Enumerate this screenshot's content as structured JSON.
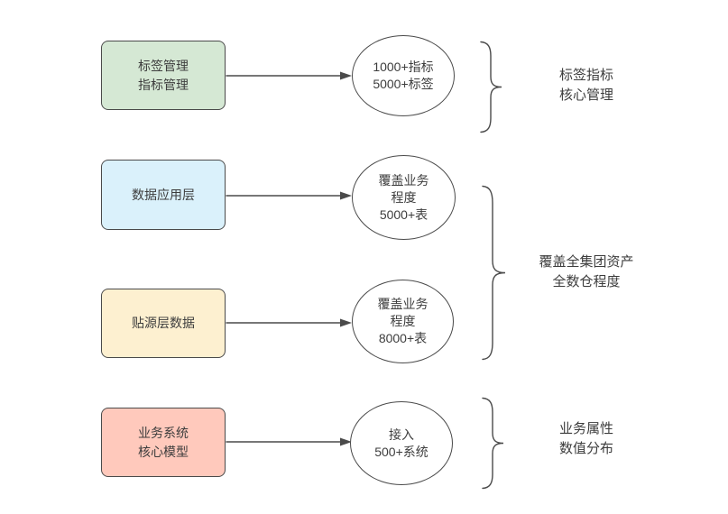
{
  "diagram": {
    "colors": {
      "stroke": "#4a4a4a",
      "text": "#3d3d3d",
      "background": "#ffffff",
      "green_fill": "#d5e8d4",
      "blue_fill": "#daf1fb",
      "yellow_fill": "#fdf0d0",
      "red_fill": "#ffc9bc"
    },
    "rows": [
      {
        "box_lines": [
          "标签管理",
          "指标管理"
        ],
        "box_fill": "#d5e8d4",
        "ellipse_lines": [
          "1000+指标",
          "5000+标签"
        ],
        "brace_label_lines": [
          "标签指标",
          "核心管理"
        ]
      },
      {
        "box_lines": [
          "数据应用层"
        ],
        "box_fill": "#daf1fb",
        "ellipse_lines": [
          "覆盖业务",
          "程度",
          "5000+表"
        ]
      },
      {
        "box_lines": [
          "贴源层数据"
        ],
        "box_fill": "#fdf0d0",
        "ellipse_lines": [
          "覆盖业务",
          "程度",
          "8000+表"
        ]
      },
      {
        "box_lines": [
          "业务系统",
          "核心模型"
        ],
        "box_fill": "#ffc9bc",
        "ellipse_lines": [
          "接入",
          "500+系统"
        ],
        "brace_label_lines": [
          "业务属性",
          "数值分布"
        ]
      }
    ],
    "group_brace_label_lines": [
      "覆盖全集团资产",
      "全数仓程度"
    ]
  }
}
